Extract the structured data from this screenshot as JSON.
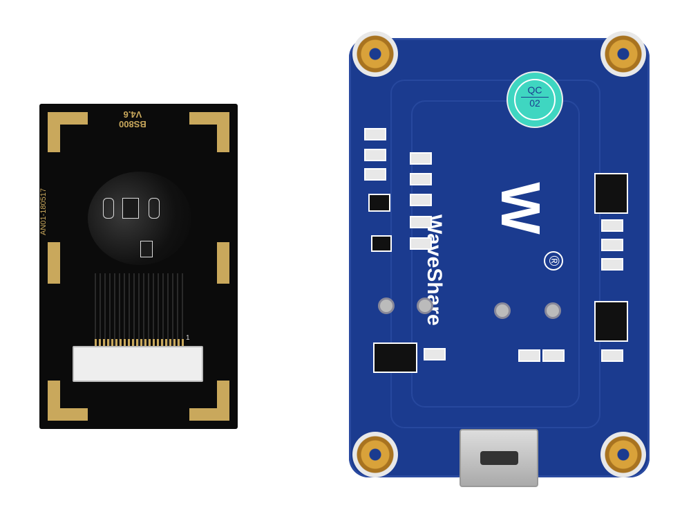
{
  "sensor_module": {
    "label_model": "BS800",
    "label_version": "V4.6",
    "label_side": "AN01-180517",
    "pin_marker": "1"
  },
  "driver_board": {
    "brand": "WaveShare",
    "registered_mark": "®",
    "qc_sticker_top": "QC",
    "qc_sticker_bottom": "02",
    "colors": {
      "board": "#1b3b8f",
      "qc": "#3fd6c1",
      "gold": "#c9a85c"
    }
  }
}
